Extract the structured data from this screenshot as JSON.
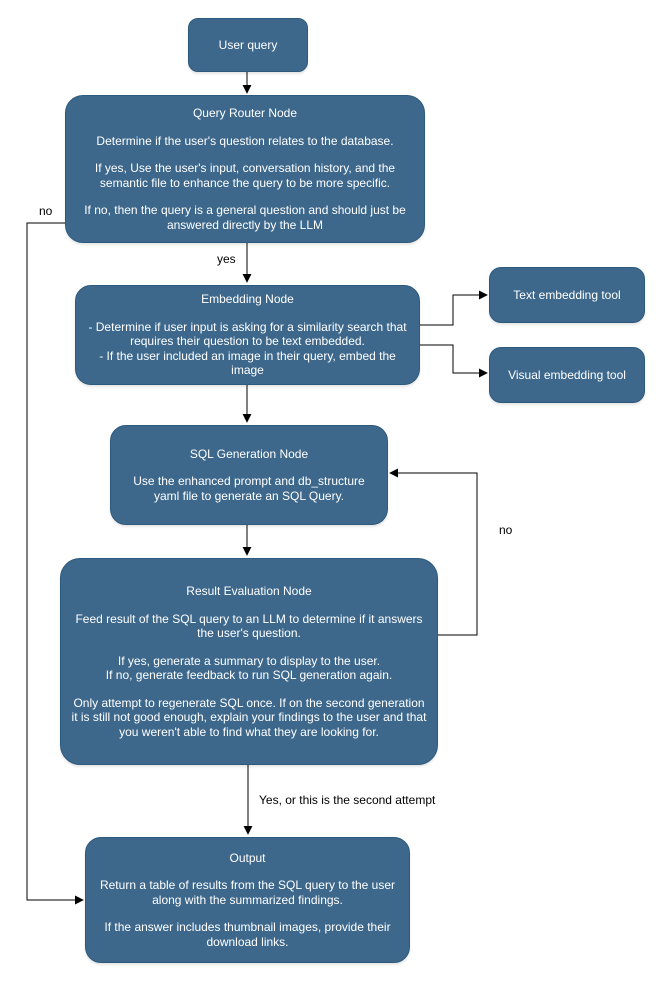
{
  "colors": {
    "node_fill": "#3d688c",
    "node_border": "#2e5a7d",
    "node_text": "#ffffff",
    "line": "#000000",
    "canvas": "#ffffff"
  },
  "nodes": {
    "user_query": {
      "title": "User query"
    },
    "query_router": {
      "title": "Query Router Node",
      "body": [
        "Determine if the user's question relates to the database.",
        "If yes, Use the user's input, conversation history, and the semantic file to enhance the query to be more specific.",
        "If no, then the query is a general question and should just be answered directly by the LLM"
      ]
    },
    "embedding": {
      "title": "Embedding Node",
      "body": [
        "- Determine if user input is asking for a similarity search that requires their question to be text embedded.",
        "- If the user included an image in their query, embed the image"
      ]
    },
    "text_embedding_tool": {
      "title": "Text embedding tool"
    },
    "visual_embedding_tool": {
      "title": "Visual embedding tool"
    },
    "sql_generation": {
      "title": "SQL Generation Node",
      "body": [
        "Use the enhanced prompt and db_structure yaml file to generate an SQL Query."
      ]
    },
    "result_evaluation": {
      "title": "Result Evaluation Node",
      "body": [
        "Feed result of the SQL query to an LLM to determine if it answers the user's question.",
        "If yes, generate a summary to display to the user.",
        "If no, generate feedback to run SQL generation again.",
        "Only attempt to regenerate SQL once. If on the second generation it is still not good enough, explain your findings to the user and that you weren't able to find what they are looking for."
      ]
    },
    "output": {
      "title": "Output",
      "body": [
        "Return a table of results from the SQL query to the user along with the summarized findings.",
        "If the answer includes thumbnail images, provide their download links."
      ]
    }
  },
  "edge_labels": {
    "router_to_embedding_yes": "yes",
    "router_to_output_no": "no",
    "evaluation_to_sql_no": "no",
    "evaluation_to_output_yes": "Yes, or this is the second attempt"
  }
}
